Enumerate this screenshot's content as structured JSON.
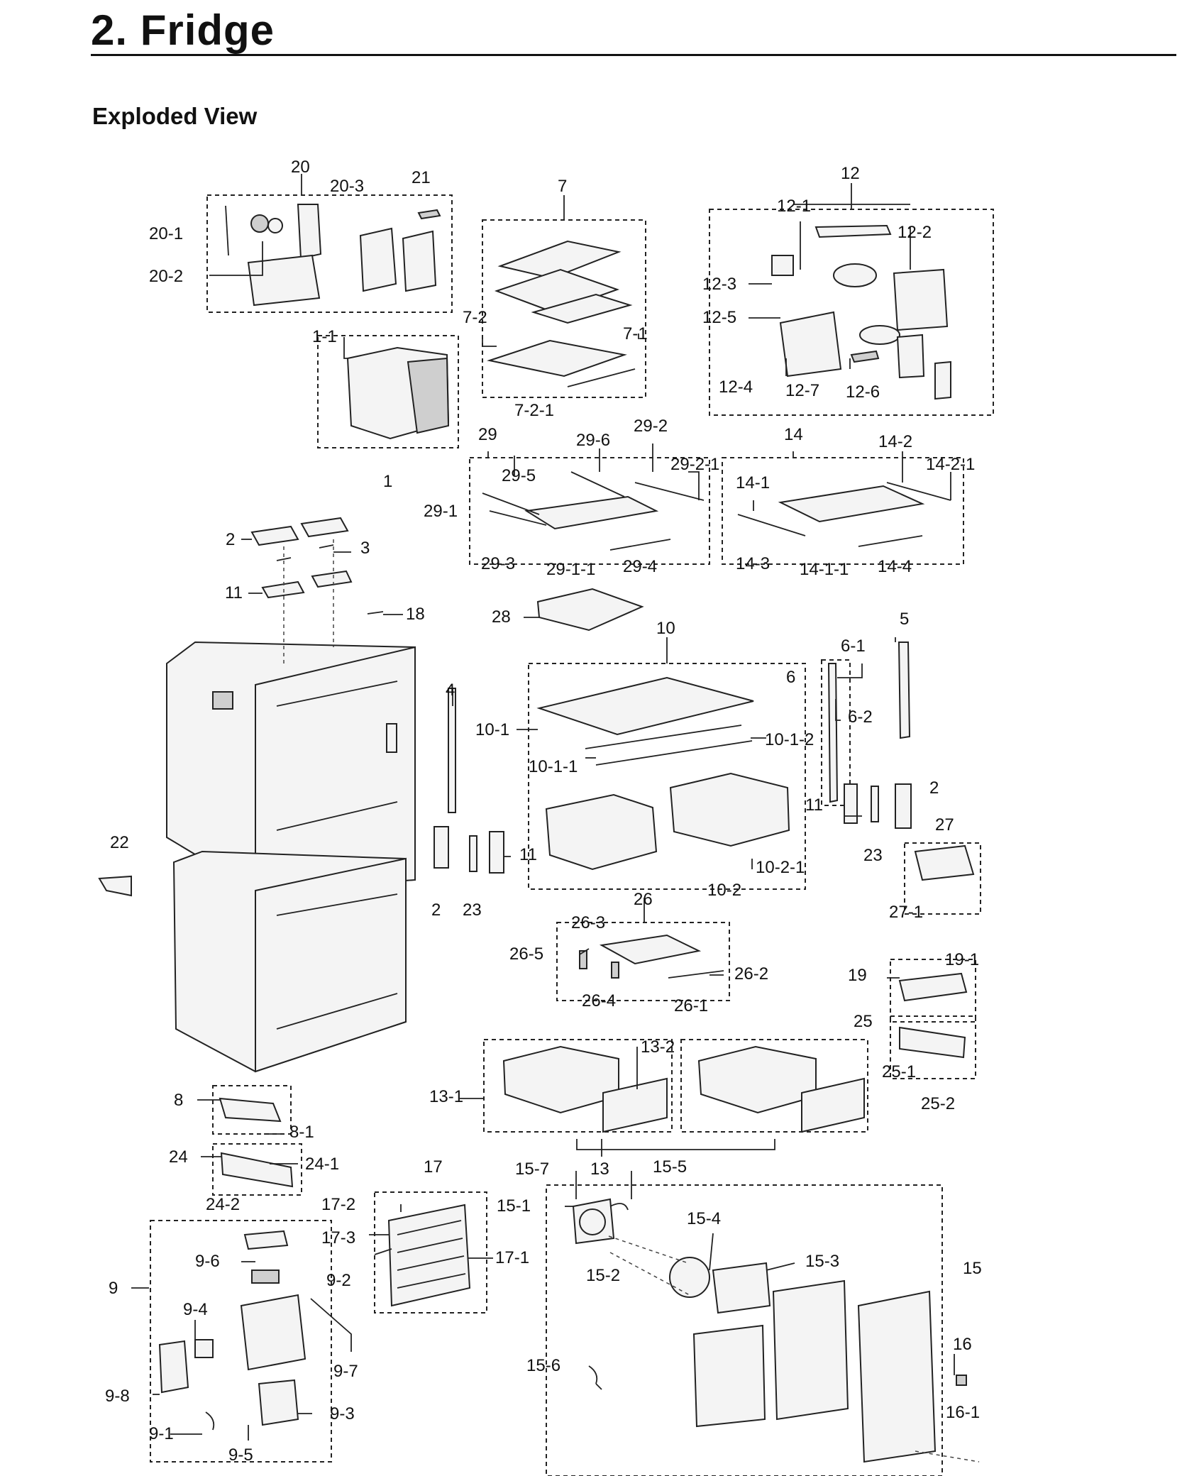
{
  "page": {
    "title": "2.  Fridge",
    "subtitle": "Exploded View"
  },
  "callouts": [
    {
      "id": "c20",
      "text": "20"
    },
    {
      "id": "c20-3",
      "text": "20-3"
    },
    {
      "id": "c21",
      "text": "21"
    },
    {
      "id": "c20-1",
      "text": "20-1"
    },
    {
      "id": "c20-2",
      "text": "20-2"
    },
    {
      "id": "c7",
      "text": "7"
    },
    {
      "id": "c7-2",
      "text": "7-2"
    },
    {
      "id": "c7-1",
      "text": "7-1"
    },
    {
      "id": "c7-2-1",
      "text": "7-2-1"
    },
    {
      "id": "c12",
      "text": "12"
    },
    {
      "id": "c12-1",
      "text": "12-1"
    },
    {
      "id": "c12-2",
      "text": "12-2"
    },
    {
      "id": "c12-3",
      "text": "12-3"
    },
    {
      "id": "c12-5",
      "text": "12-5"
    },
    {
      "id": "c12-4",
      "text": "12-4"
    },
    {
      "id": "c12-7",
      "text": "12-7"
    },
    {
      "id": "c12-6",
      "text": "12-6"
    },
    {
      "id": "c1-1",
      "text": "1-1"
    },
    {
      "id": "c1",
      "text": "1"
    },
    {
      "id": "c29",
      "text": "29"
    },
    {
      "id": "c29-6",
      "text": "29-6"
    },
    {
      "id": "c29-2",
      "text": "29-2"
    },
    {
      "id": "c29-2-1",
      "text": "29-2-1"
    },
    {
      "id": "c29-5",
      "text": "29-5"
    },
    {
      "id": "c29-1",
      "text": "29-1"
    },
    {
      "id": "c29-3",
      "text": "29-3"
    },
    {
      "id": "c29-1-1",
      "text": "29-1-1"
    },
    {
      "id": "c29-4",
      "text": "29-4"
    },
    {
      "id": "c14",
      "text": "14"
    },
    {
      "id": "c14-2",
      "text": "14-2"
    },
    {
      "id": "c14-2-1",
      "text": "14-2-1"
    },
    {
      "id": "c14-1",
      "text": "14-1"
    },
    {
      "id": "c14-3",
      "text": "14-3"
    },
    {
      "id": "c14-1-1",
      "text": "14-1-1"
    },
    {
      "id": "c14-4",
      "text": "14-4"
    },
    {
      "id": "c2a",
      "text": "2"
    },
    {
      "id": "c3",
      "text": "3"
    },
    {
      "id": "c11a",
      "text": "11"
    },
    {
      "id": "c18",
      "text": "18"
    },
    {
      "id": "c28",
      "text": "28"
    },
    {
      "id": "c10",
      "text": "10"
    },
    {
      "id": "c6-1",
      "text": "6-1"
    },
    {
      "id": "c5",
      "text": "5"
    },
    {
      "id": "c6",
      "text": "6"
    },
    {
      "id": "c6-2",
      "text": "6-2"
    },
    {
      "id": "c4",
      "text": "4"
    },
    {
      "id": "c10-1",
      "text": "10-1"
    },
    {
      "id": "c10-1-2",
      "text": "10-1-2"
    },
    {
      "id": "c10-1-1",
      "text": "10-1-1"
    },
    {
      "id": "c11b",
      "text": "11"
    },
    {
      "id": "c2b",
      "text": "2"
    },
    {
      "id": "c22",
      "text": "22"
    },
    {
      "id": "c11c",
      "text": "11"
    },
    {
      "id": "c23a",
      "text": "23"
    },
    {
      "id": "c27",
      "text": "27"
    },
    {
      "id": "c10-2-1",
      "text": "10-2-1"
    },
    {
      "id": "c2c",
      "text": "2"
    },
    {
      "id": "c23b",
      "text": "23"
    },
    {
      "id": "c10-2",
      "text": "10-2"
    },
    {
      "id": "c27-1",
      "text": "27-1"
    },
    {
      "id": "c26",
      "text": "26"
    },
    {
      "id": "c26-3",
      "text": "26-3"
    },
    {
      "id": "c26-5",
      "text": "26-5"
    },
    {
      "id": "c26-2",
      "text": "26-2"
    },
    {
      "id": "c26-4",
      "text": "26-4"
    },
    {
      "id": "c26-1",
      "text": "26-1"
    },
    {
      "id": "c19",
      "text": "19"
    },
    {
      "id": "c19-1",
      "text": "19-1"
    },
    {
      "id": "c25",
      "text": "25"
    },
    {
      "id": "c13-2",
      "text": "13-2"
    },
    {
      "id": "c13-1",
      "text": "13-1"
    },
    {
      "id": "c25-1",
      "text": "25-1"
    },
    {
      "id": "c25-2",
      "text": "25-2"
    },
    {
      "id": "c8",
      "text": "8"
    },
    {
      "id": "c8-1",
      "text": "8-1"
    },
    {
      "id": "c24",
      "text": "24"
    },
    {
      "id": "c24-1",
      "text": "24-1"
    },
    {
      "id": "c24-2",
      "text": "24-2"
    },
    {
      "id": "c17",
      "text": "17"
    },
    {
      "id": "c15-7",
      "text": "15-7"
    },
    {
      "id": "c13",
      "text": "13"
    },
    {
      "id": "c15-5",
      "text": "15-5"
    },
    {
      "id": "c17-2",
      "text": "17-2"
    },
    {
      "id": "c15-1",
      "text": "15-1"
    },
    {
      "id": "c17-3",
      "text": "17-3"
    },
    {
      "id": "c15-4",
      "text": "15-4"
    },
    {
      "id": "c9-6",
      "text": "9-6"
    },
    {
      "id": "c17-1",
      "text": "17-1"
    },
    {
      "id": "c15",
      "text": "15"
    },
    {
      "id": "c15-3",
      "text": "15-3"
    },
    {
      "id": "c9",
      "text": "9"
    },
    {
      "id": "c9-2",
      "text": "9-2"
    },
    {
      "id": "c15-2",
      "text": "15-2"
    },
    {
      "id": "c9-4",
      "text": "9-4"
    },
    {
      "id": "c16",
      "text": "16"
    },
    {
      "id": "c9-7",
      "text": "9-7"
    },
    {
      "id": "c15-6",
      "text": "15-6"
    },
    {
      "id": "c9-8",
      "text": "9-8"
    },
    {
      "id": "c16-1",
      "text": "16-1"
    },
    {
      "id": "c9-3",
      "text": "9-3"
    },
    {
      "id": "c9-1",
      "text": "9-1"
    },
    {
      "id": "c9-5",
      "text": "9-5"
    }
  ]
}
